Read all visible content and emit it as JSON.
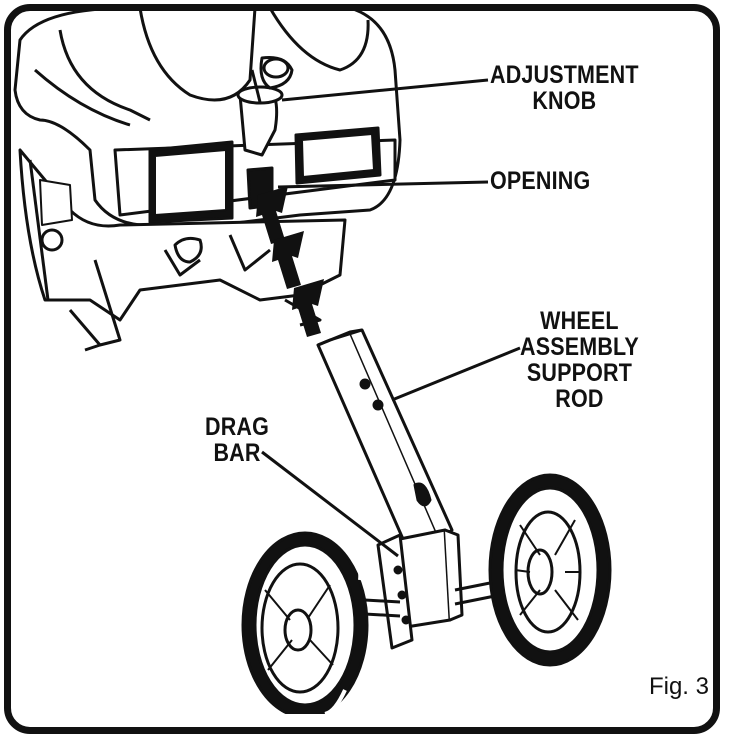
{
  "labels": {
    "adjustment_knob": [
      "ADJUSTMENT",
      "KNOB"
    ],
    "opening": "OPENING",
    "wheel_assembly_support_rod": [
      "WHEEL",
      "ASSEMBLY",
      "SUPPORT",
      "ROD"
    ],
    "drag_bar": [
      "DRAG",
      "BAR"
    ]
  },
  "figure_label": "Fig. 3",
  "colors": {
    "line": "#111111",
    "background": "#ffffff",
    "panel": "#f4f4f4"
  }
}
